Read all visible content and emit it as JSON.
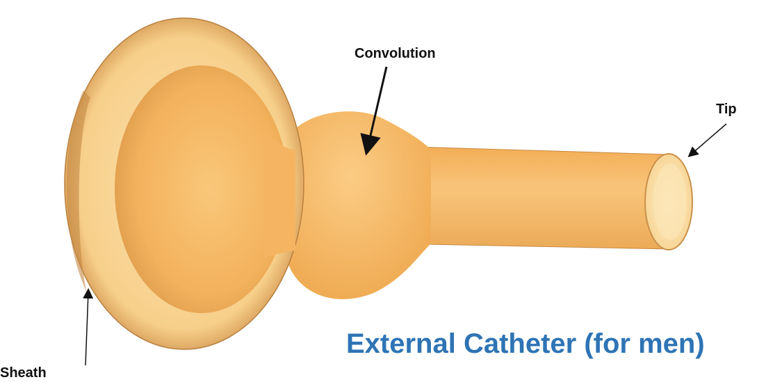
{
  "title": "External Catheter (for men)",
  "labels": {
    "convolution": "Convolution",
    "tip": "Tip",
    "sheath": "Sheath"
  },
  "colors": {
    "title": "#2e74b5",
    "latex_base": "#f6b866",
    "latex_light": "#fde2a8",
    "latex_shadow": "#d89548"
  }
}
